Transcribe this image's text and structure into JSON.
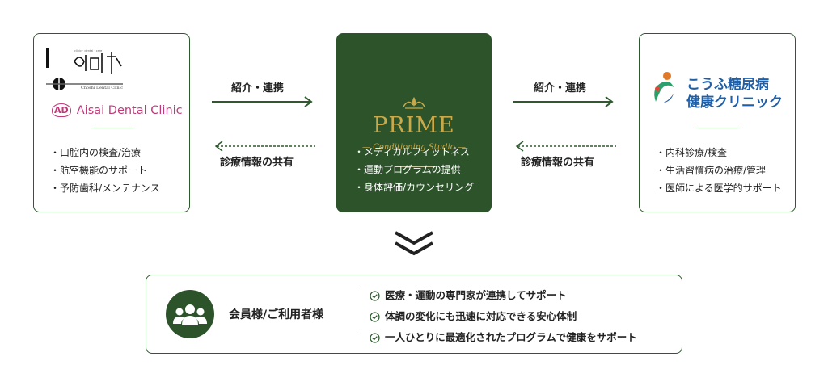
{
  "left_panel": {
    "logo_small_text": "Choshi Dental Clinic",
    "clinic_name_ad": "AD",
    "clinic_name": "Aisai Dental Clinic",
    "items": [
      "・口腔内の検査/治療",
      "・航空機能のサポート",
      "・予防歯科/メンテナンス"
    ]
  },
  "center_panel": {
    "title": "PRIME",
    "subtitle": "— Conditioning Studio —",
    "items": [
      "・メディカルフィットネス",
      "・運動プログラムの提供",
      "・身体評価/カウンセリング"
    ]
  },
  "right_panel": {
    "logo_line1": "こうふ糖尿病",
    "logo_line2": "健康クリニック",
    "items": [
      "・内科診療/検査",
      "・生活習慣病の治療/管理",
      "・医師による医学的サポート"
    ]
  },
  "arrows": {
    "left_top": "紹介・連携",
    "left_bottom": "診療情報の共有",
    "right_top": "紹介・連携",
    "right_bottom": "診療情報の共有"
  },
  "members": {
    "label": "会員様/ご利用者様",
    "benefits": [
      "医療・運動の専門家が連携してサポート",
      "体調の変化にも迅速に対応できる安心体制",
      "一人ひとりに最適化されたプログラムで健康をサポート"
    ]
  },
  "colors": {
    "green": "#2d532b",
    "gold": "#c9a94a",
    "logo_blue": "#1f5fa8"
  }
}
